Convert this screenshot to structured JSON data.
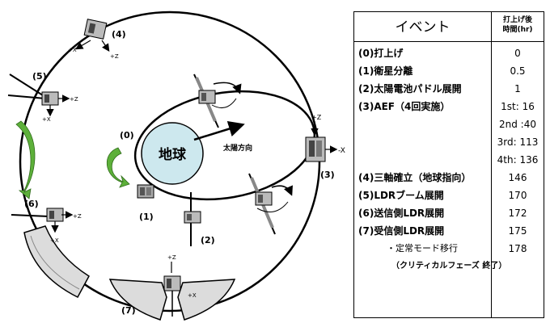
{
  "diagram": {
    "earth_label": "地球",
    "sun_direction_label": "太陽方向",
    "step_labels": [
      "(0)",
      "(1)",
      "(2)",
      "(3)",
      "(4)",
      "(5)",
      "(6)",
      "(7)"
    ],
    "axis_labels": {
      "plus_x": "+X",
      "minus_x": "-X",
      "plus_z": "+Z",
      "minus_z": "-Z"
    }
  },
  "table": {
    "header_event": "イベント",
    "header_time_line1": "打上げ後",
    "header_time_line2": "時間(hr)",
    "rows": [
      {
        "event": "(0)打上げ",
        "time": "0"
      },
      {
        "event": "(1)衛星分離",
        "time": "0.5"
      },
      {
        "event": "(2)太陽電池パドル展開",
        "time": "1"
      },
      {
        "event": "(3)AEF（4回実施）",
        "time": "1st: 16"
      },
      {
        "event": "",
        "time": "2nd :40"
      },
      {
        "event": "",
        "time": "3rd: 113"
      },
      {
        "event": "",
        "time": "4th: 136"
      },
      {
        "event": "(4)三軸確立（地球指向）",
        "time": "146"
      },
      {
        "event": "(5)LDRブーム展開",
        "time": "170"
      },
      {
        "event": "(6)送信側LDR展開",
        "time": "172"
      },
      {
        "event": "(7)受信側LDR展開",
        "time": "175"
      }
    ],
    "sub_event": "・定常モード移行",
    "sub_time": "178",
    "note": "（クリティカルフェーズ 終了）"
  }
}
